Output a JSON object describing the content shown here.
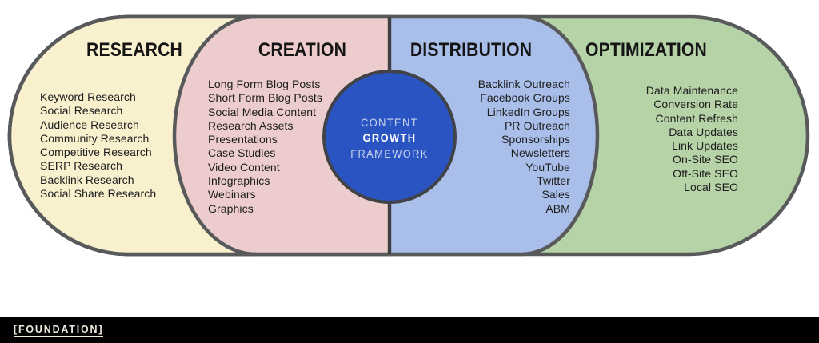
{
  "diagram": {
    "center_circle": {
      "line1": "CONTENT",
      "line2": "GROWTH",
      "line3": "FRAMEWORK",
      "fill": "#2a54c2"
    },
    "sections": [
      {
        "id": "research",
        "label": "RESEARCH",
        "color": "#f9f0ce",
        "items": [
          "Keyword Research",
          "Social Research",
          "Audience Research",
          "Community Research",
          "Competitive Research",
          "SERP Research",
          "Backlink Research",
          "Social Share Research"
        ]
      },
      {
        "id": "creation",
        "label": "CREATION",
        "color": "#eccccе",
        "color_hex": "#eccccc",
        "items": [
          "Long Form Blog Posts",
          "Short Form Blog Posts",
          "Social Media Content",
          "Research Assets",
          "Presentations",
          "Case Studies",
          "Video Content",
          "Infographics",
          "Webinars",
          "Graphics"
        ]
      },
      {
        "id": "distribution",
        "label": "DISTRIBUTION",
        "color": "#a9bee9",
        "items": [
          "Backlink Outreach",
          "Facebook Groups",
          "LinkedIn Groups",
          "PR Outreach",
          "Sponsorships",
          "Newsletters",
          "YouTube",
          "Twitter",
          "Sales",
          "ABM"
        ]
      },
      {
        "id": "optimization",
        "label": "OPTIMIZATION",
        "color": "#b6d2a7",
        "items": [
          "Data Maintenance",
          "Conversion Rate",
          "Content Refresh",
          "Data Updates",
          "Link Updates",
          "On-Site SEO",
          "Off-Site SEO",
          "Local SEO"
        ]
      }
    ],
    "stroke_color": "#58595b",
    "divider_color": "#3f4043"
  },
  "footer": {
    "logo": "[FOUNDATION]"
  }
}
